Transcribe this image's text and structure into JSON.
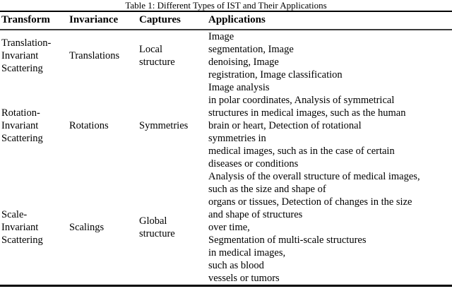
{
  "caption": "Table 1: Different Types of IST and Their Applications",
  "colors": {
    "text": "#000000",
    "background": "#ffffff",
    "rule_heavy": "#000000",
    "rule_light": "#3a3a3a"
  },
  "table": {
    "headers": [
      "Transform",
      "Invariance",
      "Captures",
      "Applications"
    ],
    "rows": [
      {
        "transform": "Translation-\nInvariant\nScattering",
        "invariance": "Translations",
        "captures": "Local\nstructure",
        "applications": "Image\nsegmentation, Image\ndenoising, Image\nregistration, Image classification"
      },
      {
        "transform": "Rotation-\nInvariant\nScattering",
        "invariance": "Rotations",
        "captures": "Symmetries",
        "applications": "Image analysis\nin polar coordinates, Analysis of symmetrical\nstructures in medical images, such as the human\nbrain or heart, Detection of rotational\nsymmetries in\nmedical images, such as in the case of certain\ndiseases or conditions"
      },
      {
        "transform": "Scale-\nInvariant\nScattering",
        "invariance": "Scalings",
        "captures": "Global\nstructure",
        "applications": "Analysis of the overall structure of medical images,\nsuch as the size and shape of\norgans or tissues, Detection of changes in the size\nand shape of structures\nover time,\nSegmentation of multi-scale structures\nin medical images,\nsuch as blood\nvessels or tumors"
      }
    ]
  }
}
